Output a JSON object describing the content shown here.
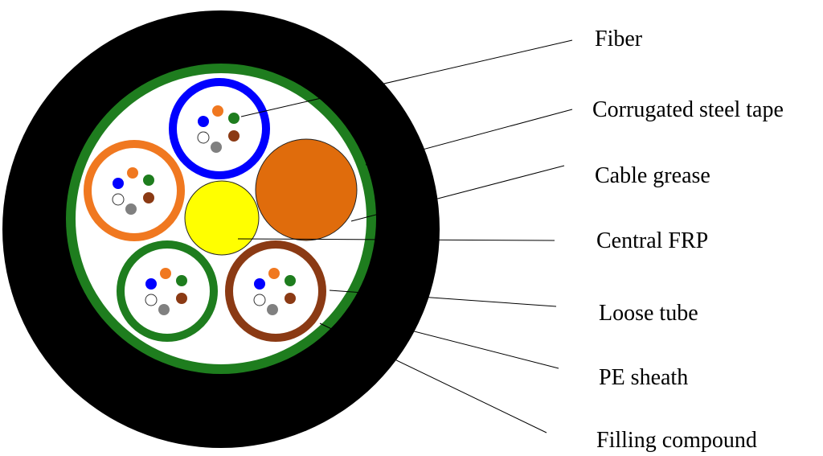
{
  "labels": {
    "fiber": "Fiber",
    "corrugated_steel_tape": "Corrugated steel tape",
    "cable_grease": "Cable grease",
    "central_frp": "Central FRP",
    "loose_tube": "Loose tube",
    "pe_sheath": "PE sheath",
    "filling_compound": "Filling compound"
  },
  "colors": {
    "pe_sheath": "#000000",
    "steel_tape": "#1e7d1e",
    "interior": "#ffffff",
    "central_frp": "#ffff00",
    "filler_rod": "#e06c0c",
    "tube_blue": "#0000ff",
    "tube_orange": "#f07820",
    "tube_green": "#1e7d1e",
    "tube_brown": "#8b3a14",
    "fiber_blue": "#0000ff",
    "fiber_orange": "#f07820",
    "fiber_green": "#1e7d1e",
    "fiber_white": "#ffffff",
    "fiber_slate": "#808080",
    "fiber_brown": "#8b3a14"
  },
  "loose_tubes": [
    {
      "name": "blue",
      "color_key": "tube_blue"
    },
    {
      "name": "orange",
      "color_key": "tube_orange"
    },
    {
      "name": "green",
      "color_key": "tube_green"
    },
    {
      "name": "brown",
      "color_key": "tube_brown"
    }
  ],
  "fiber_colors": [
    "fiber_blue",
    "fiber_orange",
    "fiber_green",
    "fiber_white",
    "fiber_slate",
    "fiber_brown"
  ]
}
